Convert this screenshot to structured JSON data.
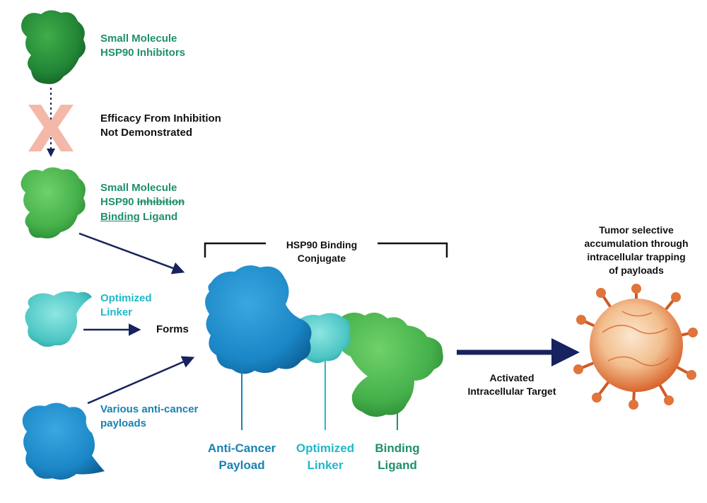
{
  "colors": {
    "accent_green": "#1f8f6e",
    "accent_cyan": "#22b8c8",
    "accent_blue": "#1782b3",
    "arrow_navy": "#16235e",
    "x_mark": "#f4b8a8",
    "virus": "#d9652e"
  },
  "icons": {
    "inhibitor": "green-protein-blob-icon",
    "ligand": "light-green-protein-blob-icon",
    "linker": "teal-protein-blob-icon",
    "payload": "blue-protein-blob-icon",
    "blocked": "x-mark-icon",
    "target": "tumor-cell-virus-icon"
  },
  "left": {
    "inhibitors": {
      "line1": "Small Molecule",
      "line2": "HSP90 Inhibitors"
    },
    "efficacy": {
      "line1": "Efficacy From Inhibition",
      "line2": "Not Demonstrated"
    },
    "ligand": {
      "line1": "Small Molecule",
      "line2_prefix": "HSP90 ",
      "line2_strike": "Inhibition",
      "line3_underline": "Binding",
      "line3_suffix": " Ligand"
    },
    "linker": {
      "line1": "Optimized",
      "line2": "Linker"
    },
    "forms": "Forms",
    "payloads": {
      "line1": "Various anti-cancer",
      "line2": "payloads"
    }
  },
  "conjugate": {
    "title_line1": "HSP90 Binding",
    "title_line2": "Conjugate",
    "parts": {
      "payload": {
        "line1": "Anti-Cancer",
        "line2": "Payload"
      },
      "linker": {
        "line1": "Optimized",
        "line2": "Linker"
      },
      "ligand": {
        "line1": "Binding",
        "line2": "Ligand"
      }
    }
  },
  "target": {
    "arrow_label_line1": "Activated",
    "arrow_label_line2": "Intracellular Target",
    "caption_line1": "Tumor selective",
    "caption_line2": "accumulation through",
    "caption_line3": "intracellular trapping",
    "caption_line4": "of payloads"
  }
}
